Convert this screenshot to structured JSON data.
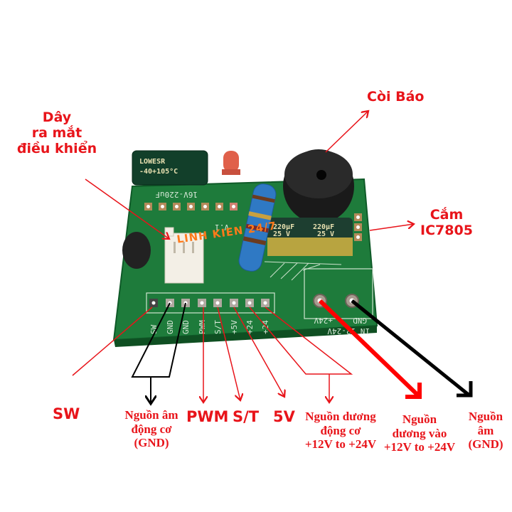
{
  "title": "Mạch điều khiển động cơ - sơ đồ chân",
  "brand_watermark": "LINH KIEN 24/7",
  "labels": {
    "buzzer": "Còi Báo",
    "ic_socket_line1": "Cắm",
    "ic_socket_line2": "IC7805",
    "eye_wire_line1": "Dây",
    "eye_wire_line2": "ra mắt",
    "eye_wire_line3": "điều khiển",
    "sw": "SW",
    "motor_gnd_line1": "Nguồn âm",
    "motor_gnd_line2": "động cơ",
    "motor_gnd_line3": "(GND)",
    "pwm": "PWM",
    "st": "S/T",
    "v5": "5V",
    "motor_pos_line1": "Nguồn dương",
    "motor_pos_line2": "động cơ",
    "motor_pos_line3": "+12V to +24V",
    "input_pos_line1": "Nguồn",
    "input_pos_line2": "dương vào",
    "input_pos_line3": "+12V to +24V",
    "input_gnd_line1": "Nguồn",
    "input_gnd_line2": "âm",
    "input_gnd_line3": "(GND)"
  },
  "board": {
    "pin_header_labels": [
      "SW",
      "GND",
      "GND",
      "PWM",
      "S/T",
      "+5V",
      "+24",
      "+24"
    ],
    "power_terminal_labels": [
      "+24V",
      "GND"
    ],
    "power_input_label": "IN 12-24V",
    "cap_small_text": [
      "LOWESR",
      "-40+105°C",
      "16V-220uF"
    ],
    "cap_large_text": [
      "220µF",
      "25 V"
    ],
    "version_text": "V.1"
  },
  "colors": {
    "annotation_red": "#e8141a",
    "annotation_black": "#000000",
    "pcb_green": "#1f7a3a",
    "brand_orange": "#ff7a1a"
  }
}
